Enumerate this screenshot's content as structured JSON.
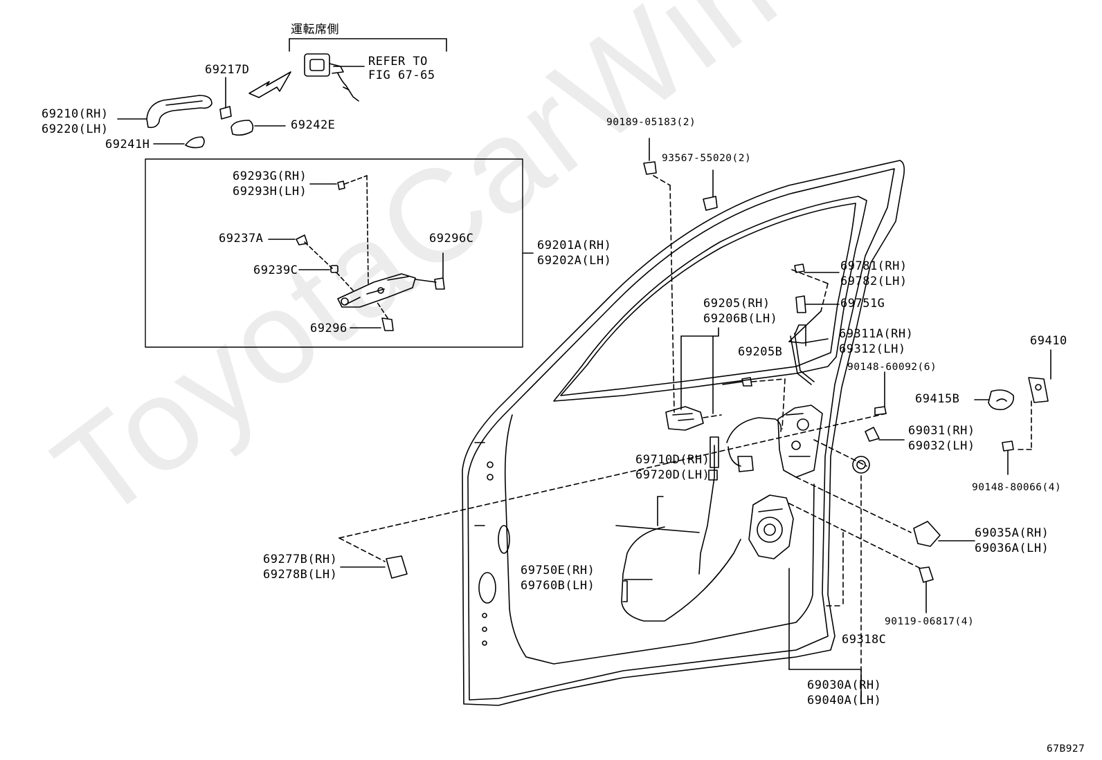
{
  "watermark": "ToyotaCarWine.ru",
  "figure_code": "67B927",
  "labels": {
    "driver_side": "運転席側",
    "refer_to": "REFER TO",
    "fig": "FIG 67-65",
    "p69217D": "69217D",
    "p69210": "69210(RH)",
    "p69220": "69220(LH)",
    "p69241H": "69241H",
    "p69242E": "69242E",
    "p69293G": "69293G(RH)",
    "p69293H": "69293H(LH)",
    "p69237A": "69237A",
    "p69239C": "69239C",
    "p69296C": "69296C",
    "p69296": "69296",
    "p69201A": "69201A(RH)",
    "p69202A": "69202A(LH)",
    "p90189": "90189-05183(2)",
    "p93567": "93567-55020(2)",
    "p69781": "69781(RH)",
    "p69782": "69782(LH)",
    "p69751G": "69751G",
    "p69205": "69205(RH)",
    "p69206B": "69206B(LH)",
    "p69205B": "69205B",
    "p69311A": "69311A(RH)",
    "p69312": "69312(LH)",
    "p90148_60092": "90148-60092(6)",
    "p69410": "69410",
    "p69415B": "69415B",
    "p69031": "69031(RH)",
    "p69032": "69032(LH)",
    "p90148_80066": "90148-80066(4)",
    "p69710D": "69710D(RH)",
    "p69720D": "69720D(LH)",
    "p69035A": "69035A(RH)",
    "p69036A": "69036A(LH)",
    "p69277B": "69277B(RH)",
    "p69278B": "69278B(LH)",
    "p69750E": "69750E(RH)",
    "p69760B": "69760B(LH)",
    "p90119": "90119-06817(4)",
    "p69318C": "69318C",
    "p69030A": "69030A(RH)",
    "p69040A": "69040A(LH)"
  }
}
